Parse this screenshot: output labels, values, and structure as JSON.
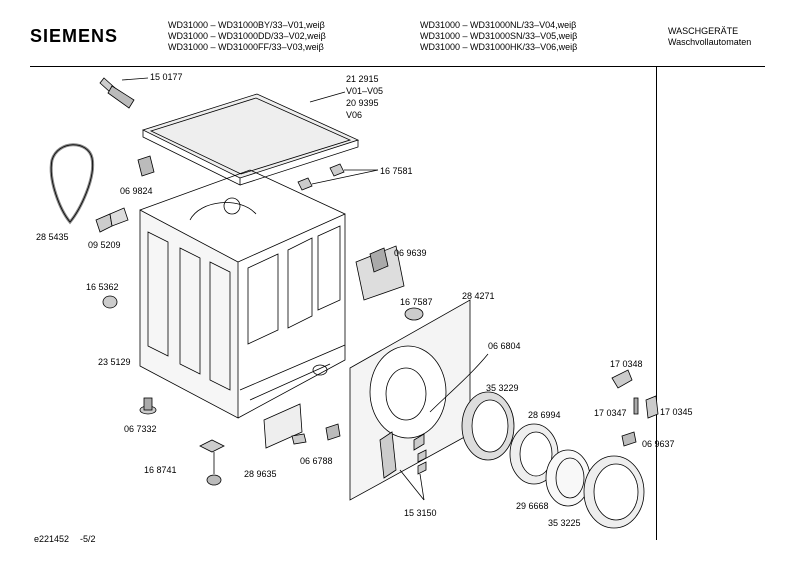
{
  "header": {
    "brand": "SIEMENS",
    "models_left": [
      "WD31000 – WD31000BY/33–V01,weiβ",
      "WD31000 – WD31000DD/33–V02,weiβ",
      "WD31000 – WD31000FF/33–V03,weiβ"
    ],
    "models_right": [
      "WD31000 – WD31000NL/33–V04,weiβ",
      "WD31000 – WD31000SN/33–V05,weiβ",
      "WD31000 – WD31000HK/33–V06,weiβ"
    ],
    "category_1": "WASCHGERÄTE",
    "category_2": "Waschvollautomaten"
  },
  "parts": {
    "p150177": "15 0177",
    "p212915": "21 2915",
    "v01v05": "V01–V05",
    "p209395": "20 9395",
    "v06": "V06",
    "p167581": "16 7581",
    "p069824": "06 9824",
    "p285435": "28 5435",
    "p095209": "09 5209",
    "p069639": "06 9639",
    "p165362": "16 5362",
    "p167587": "16 7587",
    "p284271": "28 4271",
    "p066804": "06 6804",
    "p235129": "23 5129",
    "p353229": "35 3229",
    "p170348": "17 0348",
    "p067332": "06 7332",
    "p170347": "17 0347",
    "p170345": "17 0345",
    "p286994": "28 6994",
    "p069637": "06 9637",
    "p168741": "16 8741",
    "p289635": "28 9635",
    "p066788": "06 6788",
    "p296668": "29 6668",
    "p153150": "15 3150",
    "p353225": "35 3225"
  },
  "footer": {
    "doc_id": "e221452",
    "page": "-5/2"
  }
}
